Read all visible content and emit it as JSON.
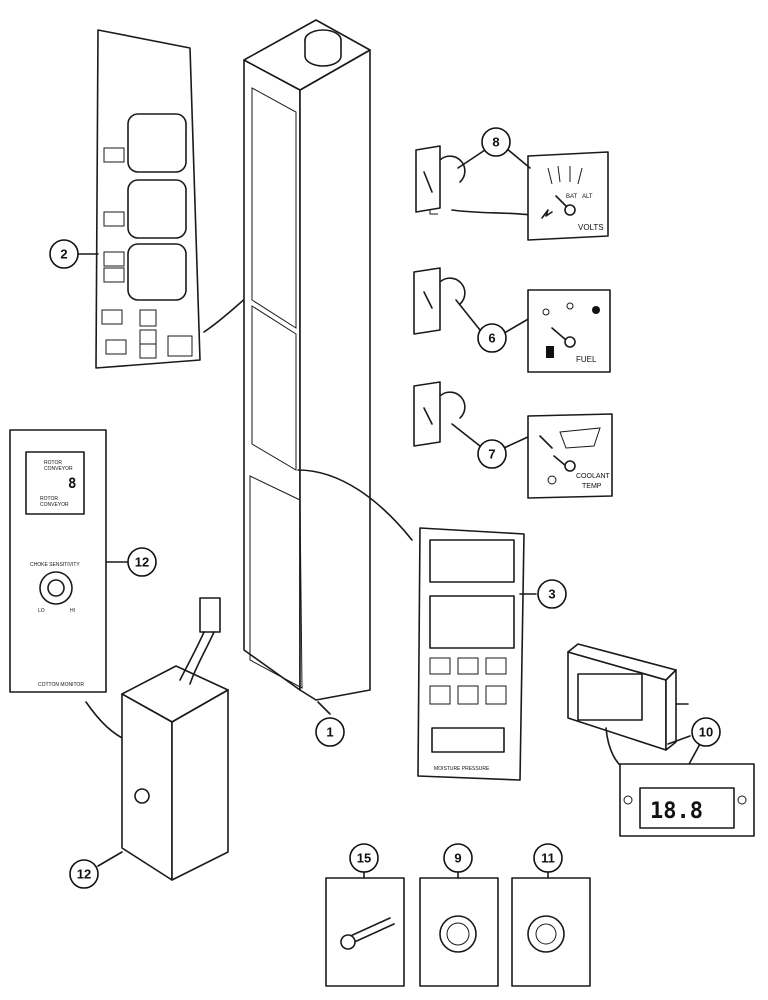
{
  "callouts": {
    "c1": "1",
    "c2": "2",
    "c3": "3",
    "c6": "6",
    "c7": "7",
    "c8": "8",
    "c9": "9",
    "c10": "10",
    "c11": "11",
    "c12a": "12",
    "c12b": "12",
    "c15": "15"
  },
  "gauges": {
    "volts": {
      "label": "VOLTS",
      "bat": "BAT",
      "alt": "ALT"
    },
    "fuel": {
      "label": "FUEL"
    },
    "coolant": {
      "label_line1": "COOLANT",
      "label_line2": "TEMP"
    }
  },
  "cotton_monitor": {
    "rotor1": "ROTOR",
    "conveyor1": "CONVEYOR",
    "rotor2": "ROTOR",
    "conveyor2": "CONVEYOR",
    "digit": "8",
    "knob_label": "CHOKE SENSITIVITY",
    "lo": "LO",
    "hi": "HI",
    "footer": "COTTON MONITOR"
  },
  "panel3": {
    "footer": "MOISTURE PRESSURE"
  },
  "lcd_display": {
    "reading": "18.8"
  }
}
